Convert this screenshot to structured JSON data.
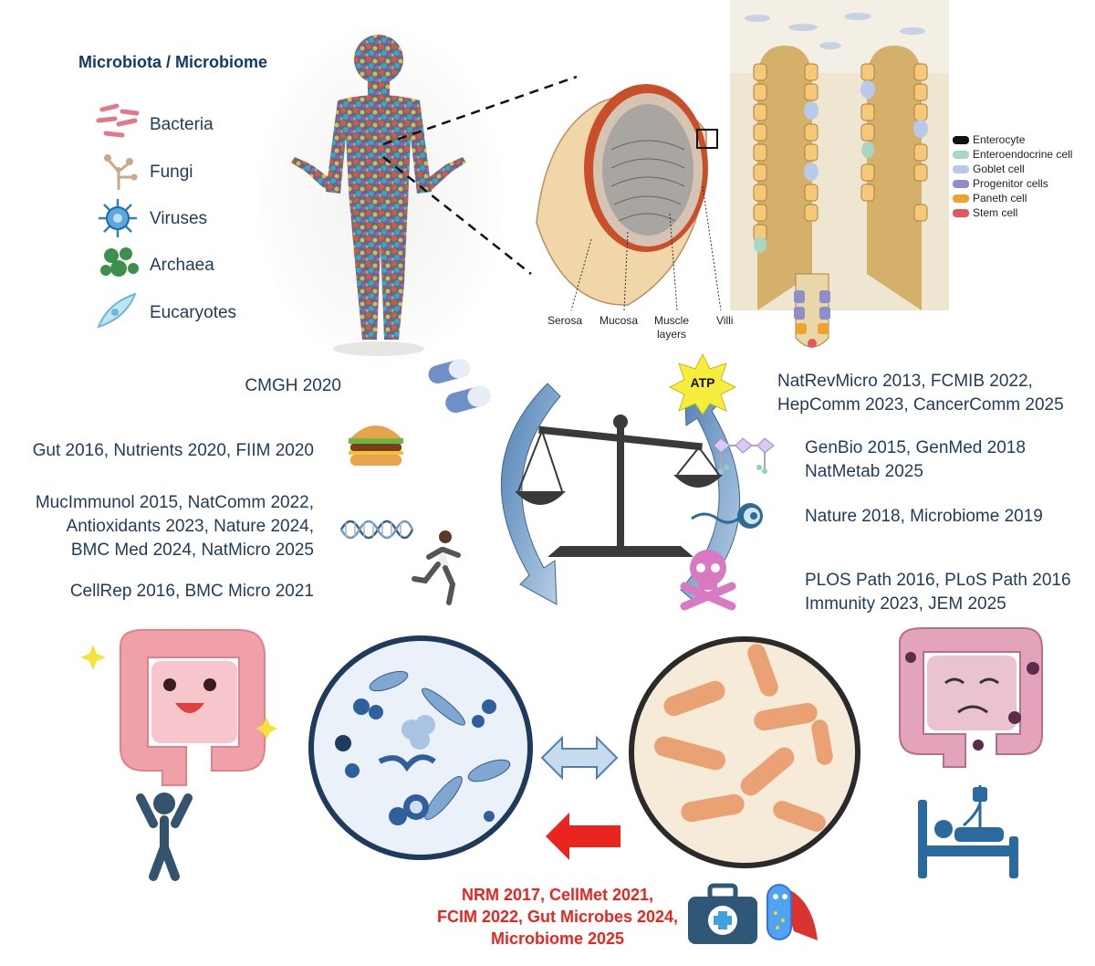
{
  "microbiota": {
    "title": "Microbiota / Microbiome",
    "items": [
      {
        "label": "Bacteria",
        "icon": "bacteria-icon"
      },
      {
        "label": "Fungi",
        "icon": "fungi-icon"
      },
      {
        "label": "Viruses",
        "icon": "virus-icon"
      },
      {
        "label": "Archaea",
        "icon": "archaea-icon"
      },
      {
        "label": "Eucaryotes",
        "icon": "eucaryote-icon"
      }
    ]
  },
  "intestine": {
    "labels": [
      "Serosa",
      "Mucosa",
      "Muscle\nlayers",
      "Villi"
    ],
    "legend": [
      {
        "label": "Enterocyte",
        "color": "#f6c87a"
      },
      {
        "label": "Enteroendocrine cell",
        "color": "#a9d8c2"
      },
      {
        "label": "Goblet cell",
        "color": "#b9c9ea"
      },
      {
        "label": "Progenitor cells",
        "color": "#8e8fc6"
      },
      {
        "label": "Paneth cell",
        "color": "#f0a32c"
      },
      {
        "label": "Stem cell",
        "color": "#e05a5a"
      }
    ]
  },
  "left_refs": {
    "drugs": "CMGH 2020",
    "diet": "Gut 2016, Nutrients 2020, FIIM 2020",
    "genetics_exercise": [
      "MucImmunol 2015, NatComm 2022,",
      "Antioxidants 2023, Nature 2024,",
      "BMC Med 2024, NatMicro 2025"
    ],
    "other": "CellRep 2016, BMC Micro 2021"
  },
  "right_refs": {
    "atp": [
      "NatRevMicro 2013, FCMIB 2022,",
      "HepComm 2023, CancerComm 2025"
    ],
    "metabolites": [
      "GenBio 2015, GenMed 2018",
      "NatMetab 2025"
    ],
    "bacteria": "Nature 2018, Microbiome 2019",
    "toxin": [
      "PLOS Path 2016, PLoS Path 2016",
      "Immunity 2023, JEM 2025"
    ]
  },
  "therapy_refs": [
    "NRM 2017, CellMet 2021,",
    "FCIM 2022, Gut Microbes 2024,",
    "Microbiome 2025"
  ],
  "icons": {
    "atp_label": "ATP"
  },
  "colors": {
    "text_blue": "#1f3b5c",
    "red": "#e8261f",
    "arrow_blue": "#7fa7cf"
  }
}
